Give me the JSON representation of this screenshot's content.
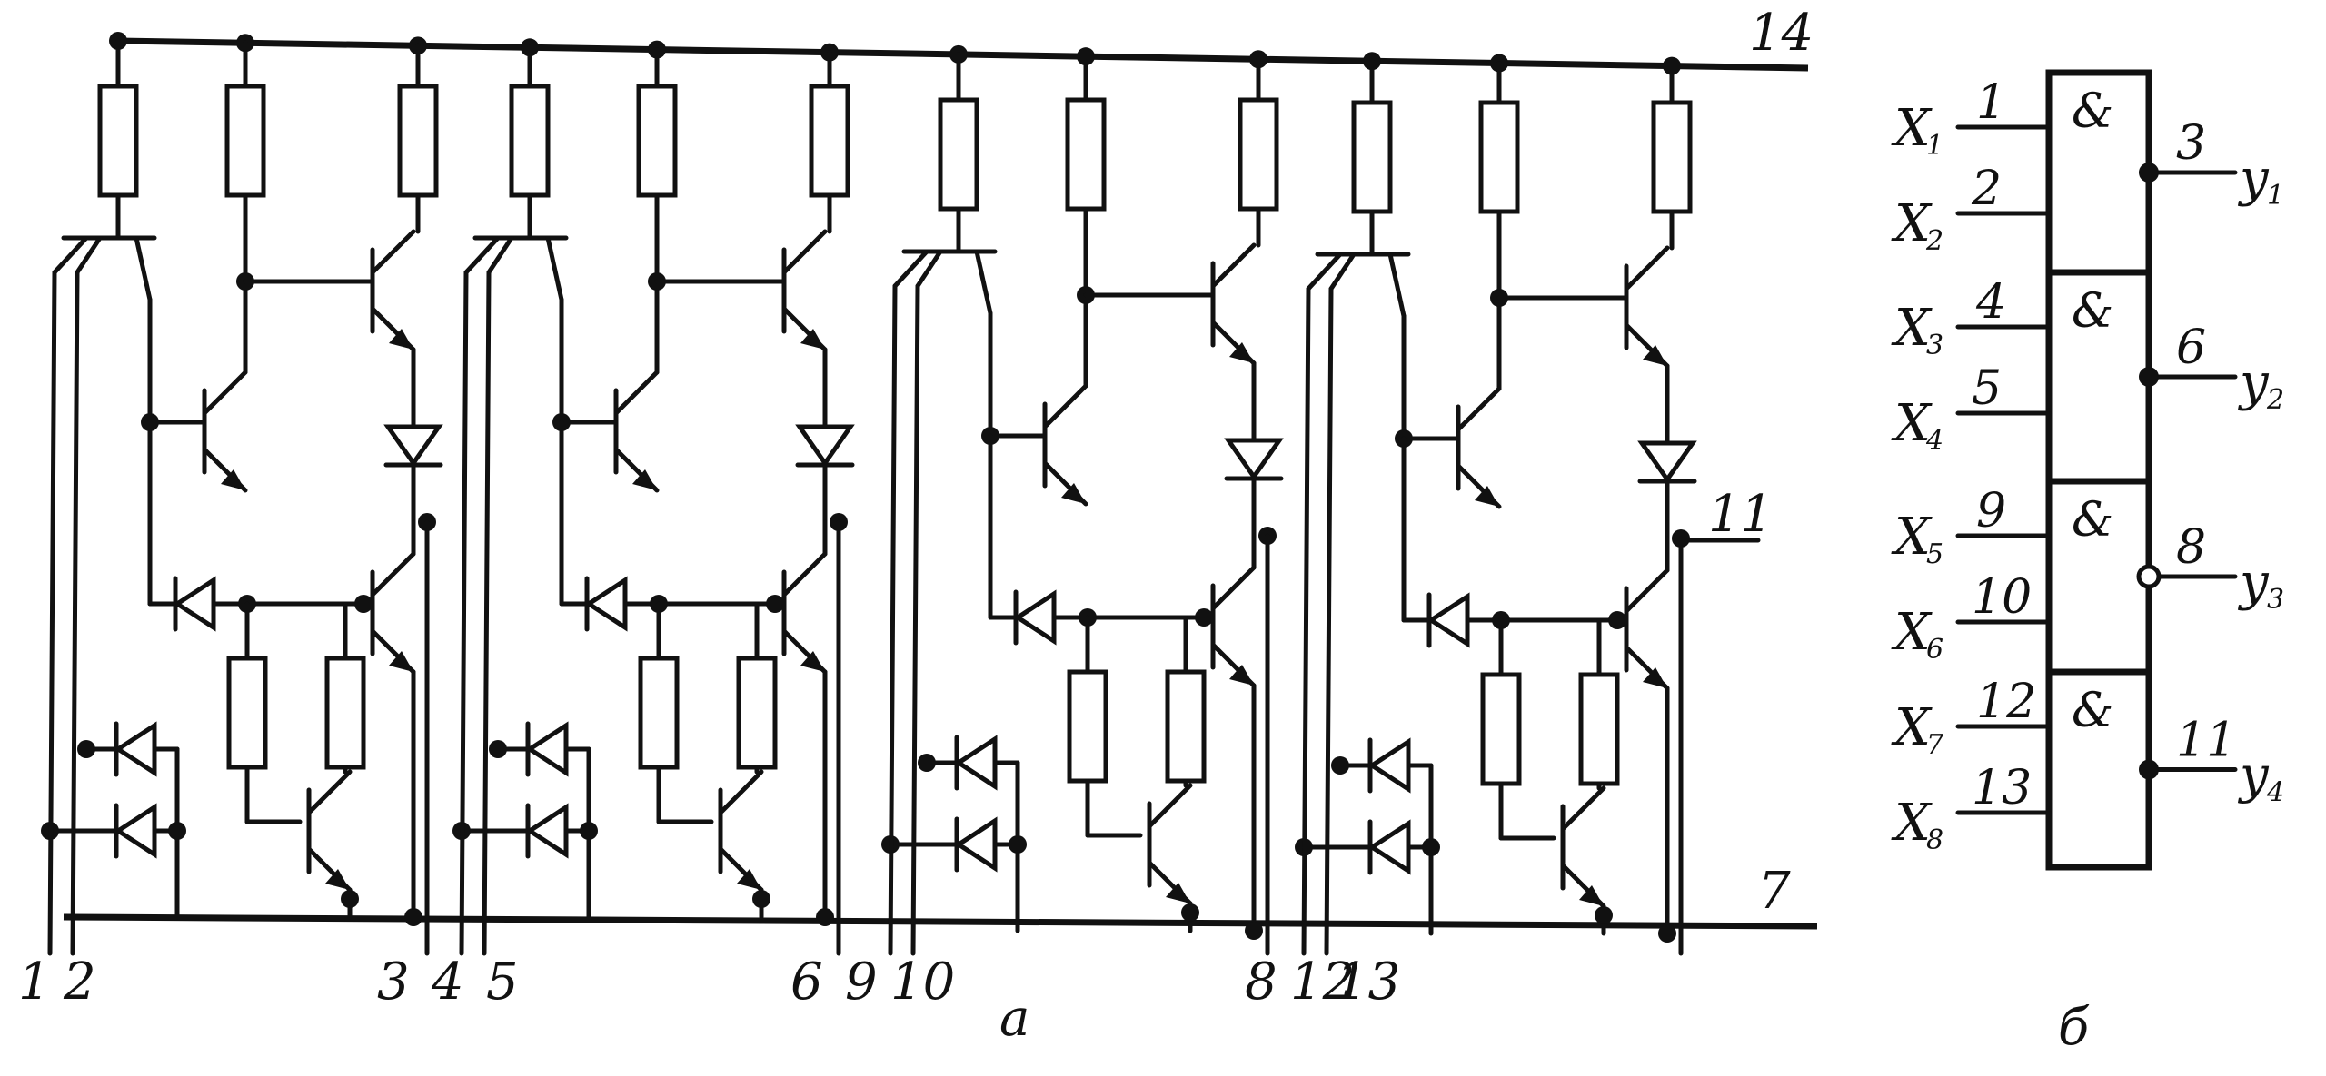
{
  "schematic": {
    "rail_top_label": "14",
    "rail_bottom_label": "7",
    "output_label_right": "11",
    "bottom_pins": [
      "1",
      "2",
      "3",
      "4",
      "5",
      "6",
      "9",
      "10",
      "8",
      "12",
      "13"
    ],
    "caption": "a"
  },
  "logic_symbol": {
    "caption": "б",
    "gate_symbol": "&",
    "gates": [
      {
        "in1_pin": "1",
        "in2_pin": "2",
        "out_pin": "3",
        "in1": "X",
        "in1_sub": "1",
        "in2": "X",
        "in2_sub": "2",
        "out": "y",
        "out_sub": "1"
      },
      {
        "in1_pin": "4",
        "in2_pin": "5",
        "out_pin": "6",
        "in1": "X",
        "in1_sub": "3",
        "in2": "X",
        "in2_sub": "4",
        "out": "y",
        "out_sub": "2"
      },
      {
        "in1_pin": "9",
        "in2_pin": "10",
        "out_pin": "8",
        "in1": "X",
        "in1_sub": "5",
        "in2": "X",
        "in2_sub": "6",
        "out": "y",
        "out_sub": "3"
      },
      {
        "in1_pin": "12",
        "in2_pin": "13",
        "out_pin": "11",
        "in1": "X",
        "in1_sub": "7",
        "in2": "X",
        "in2_sub": "8",
        "out": "y",
        "out_sub": "4"
      }
    ]
  }
}
